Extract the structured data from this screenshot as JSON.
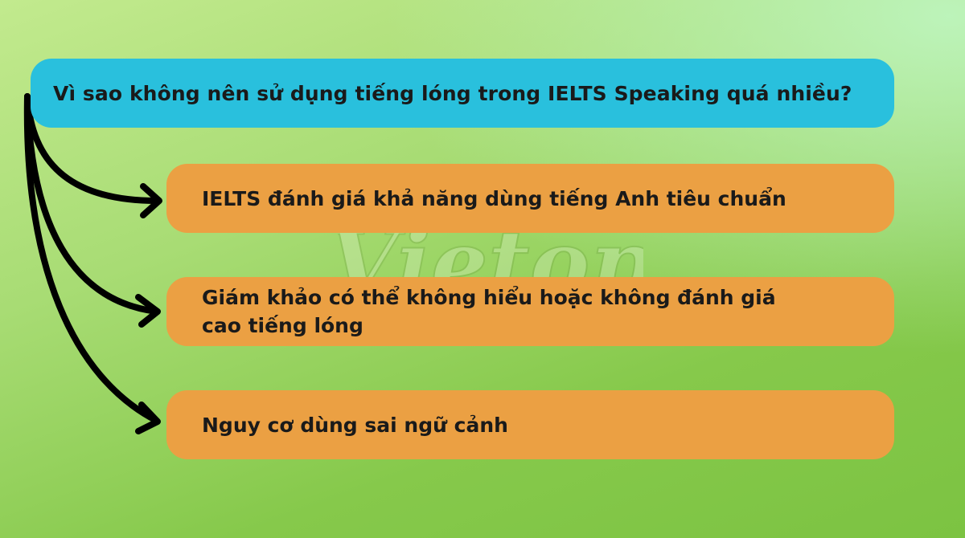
{
  "diagram": {
    "question": "Vì sao không nên sử dụng tiếng lóng trong IELTS Speaking quá nhiều?",
    "reasons": [
      "IELTS đánh giá khả năng dùng tiếng Anh tiêu chuẩn",
      "Giám khảo có thể không hiểu hoặc không đánh giá cao tiếng lóng",
      "Nguy cơ dùng sai ngữ cảnh"
    ]
  },
  "watermark": {
    "text": "Vietop"
  },
  "colors": {
    "question_box": "#29c0dd",
    "reason_box": "#eba043",
    "arrow": "#000000",
    "text": "#1a1a1a"
  }
}
